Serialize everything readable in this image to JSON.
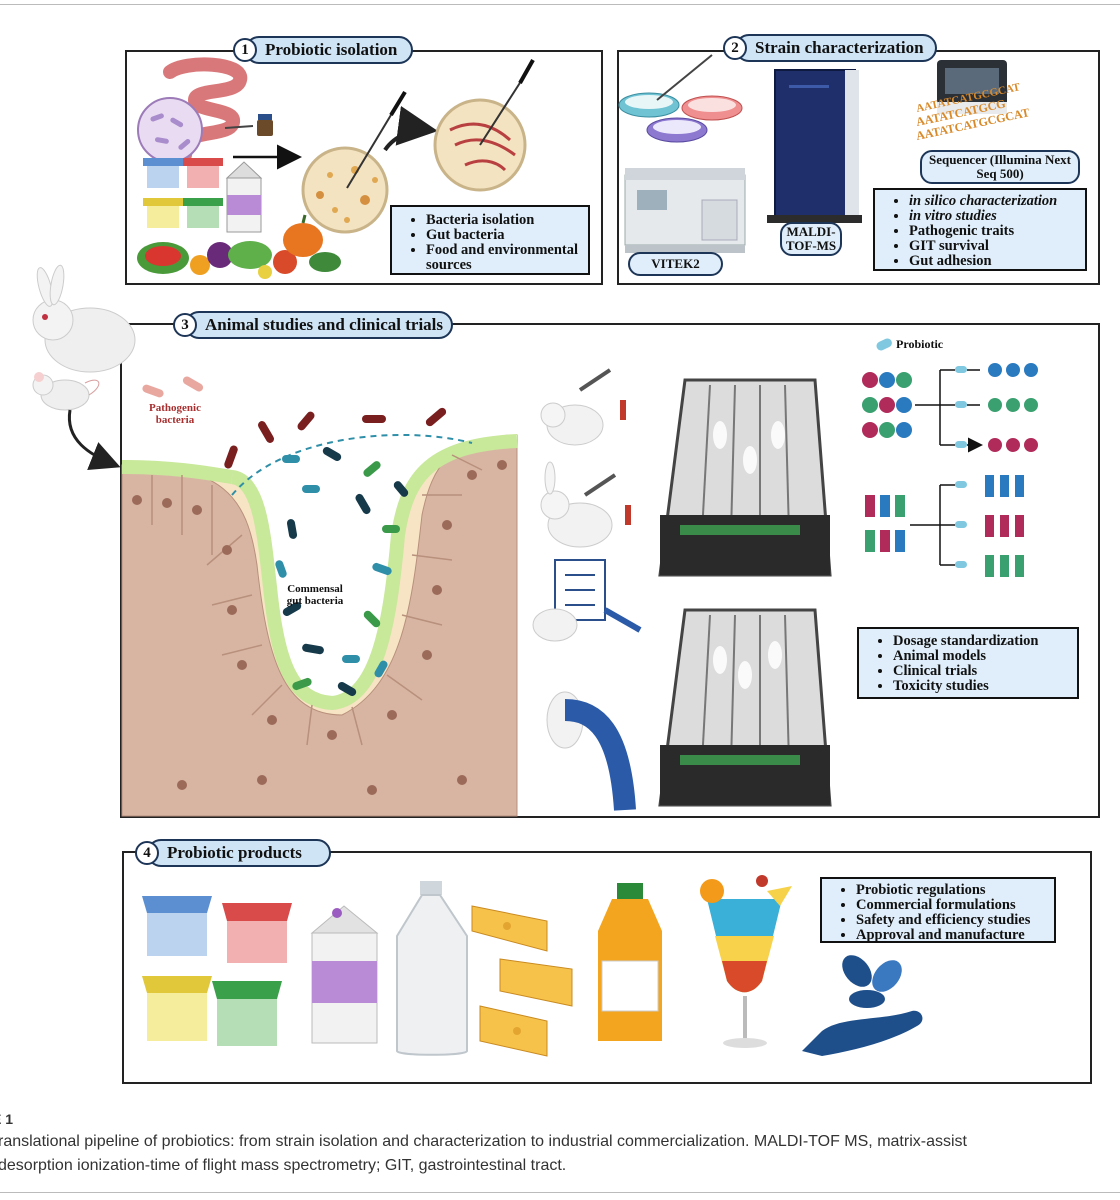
{
  "panel1": {
    "number": "1",
    "title": "Probiotic isolation",
    "bullets": [
      "Bacteria isolation",
      "Gut bacteria",
      "Food and environmental sources"
    ]
  },
  "panel2": {
    "number": "2",
    "title": "Strain characterization",
    "sequencer_label": "Sequencer (Illumina Next Seq 500)",
    "maldi_label": "MALDI-TOF-MS",
    "vitek_label": "VITEK2",
    "dna_text": [
      "AATATCATGCGCAT",
      "AATATCATGCG",
      "AATATCATGCGCAT"
    ],
    "bullets": [
      "in silico characterization",
      "in vitro studies",
      "Pathogenic traits",
      "GIT survival",
      "Gut adhesion"
    ]
  },
  "panel3": {
    "number": "3",
    "title": "Animal studies and clinical trials",
    "pathogenic_label": "Pathogenic bacteria",
    "commensal_label": "Commensal gut bacteria",
    "probiotic_legend": "Probiotic",
    "bullets": [
      "Dosage standardization",
      "Animal models",
      "Clinical trials",
      "Toxicity studies"
    ]
  },
  "panel4": {
    "number": "4",
    "title": "Probiotic products",
    "bullets": [
      "Probiotic regulations",
      "Commercial formulations",
      "Safety and efficiency studies",
      "Approval and manufacture"
    ]
  },
  "caption": {
    "figure_label": "E 1",
    "line1": "ranslational pipeline of probiotics: from strain isolation and characterization to industrial commercialization. MALDI-TOF MS, matrix-assist",
    "line2": "desorption ionization-time of flight mass spectrometry; GIT, gastrointestinal tract."
  },
  "colors": {
    "pill_fill": "#cfe4f5",
    "pill_border": "#1d3557",
    "infobox_fill": "#dfeefa",
    "tissue": "#d9b8a8",
    "villus_bg": "#f7e4c4",
    "mucus": "#c8e89a",
    "bacteria_teal": "#2f8fa8",
    "bacteria_dark": "#163a4a",
    "bacteria_green": "#3a9a4a",
    "pathogen": "#7a1f1f"
  }
}
